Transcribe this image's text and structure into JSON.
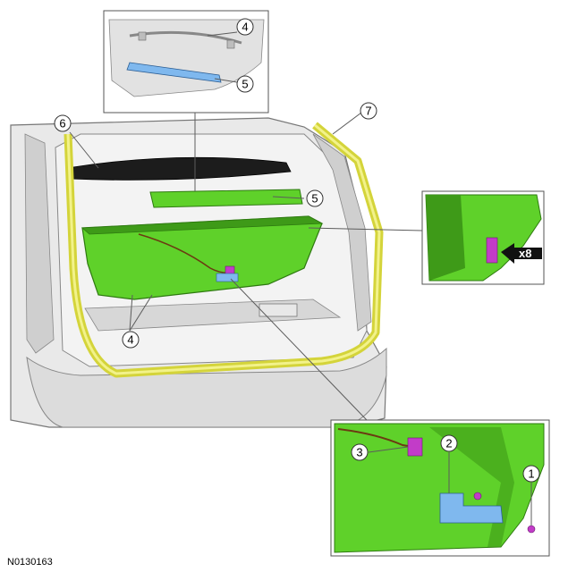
{
  "figure_id": "N0130163",
  "callouts": {
    "c1": "1",
    "c2": "2",
    "c3": "3",
    "c4_top": "4",
    "c4_main": "4",
    "c5_top": "5",
    "c5_main": "5",
    "c6": "6",
    "c7": "7"
  },
  "quantity_label": "x8",
  "colors": {
    "panel_green": "#5fd12a",
    "panel_green_dark": "#3e9a18",
    "seal_yellow": "#e6e64a",
    "clip_magenta": "#c23cc8",
    "bracket_blue": "#7fb8ee",
    "body_gray": "#d9d9d9",
    "line_gray": "#6d6d6d"
  }
}
